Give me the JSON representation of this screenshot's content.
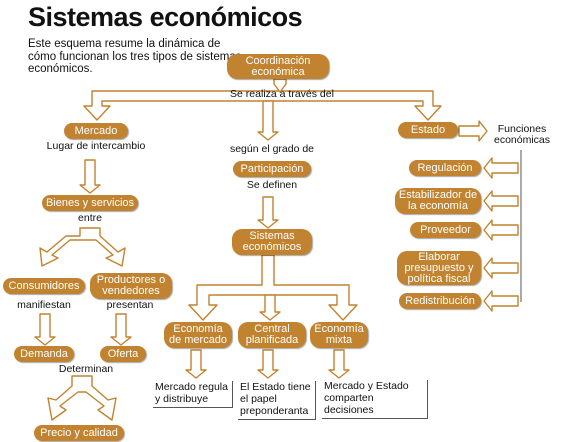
{
  "title": "Sistemas económicos",
  "intro": "Este esquema resume la dinámica de cómo funcionan los tres tipos de sistemas económicos.",
  "colors": {
    "node": "#c1832f",
    "arrow_fill": "#ffffff",
    "arrow_stroke": "#c1832f"
  },
  "nodes": {
    "coordinacion": "Coordinación económica",
    "mercado": "Mercado",
    "estado": "Estado",
    "participacion": "Participación",
    "bienes": "Bienes y servicios",
    "sistemas": "Sistemas económicos",
    "consumidores": "Consumidores",
    "productores": "Productores o vendedores",
    "demanda": "Demanda",
    "oferta": "Oferta",
    "precio": "Precio y calidad",
    "economia_mercado": "Economía de mercado",
    "central": "Central planificada",
    "mixta": "Economía mixta",
    "regulacion": "Regulación",
    "estabilizador": "Estabilizador de la economía",
    "proveedor": "Proveedor",
    "elaborar": "Elaborar presupuesto y política fiscal",
    "redistribucion": "Redistribución"
  },
  "labels": {
    "se_realiza": "Se realiza a través del",
    "lugar": "Lugar de intercambio",
    "segun": "según el grado de",
    "se_definen": "Se definen",
    "entre": "entre",
    "manifiestan": "manifiestan",
    "presentan": "presentan",
    "determinan": "Determinan",
    "funciones": "Funciones económicas"
  },
  "descriptions": {
    "mercado_regula": "Mercado regula y distribuye",
    "estado_papel": "El Estado tiene el papel preponderanta",
    "mercado_estado": "Mercado y Estado comparten decisiones"
  }
}
